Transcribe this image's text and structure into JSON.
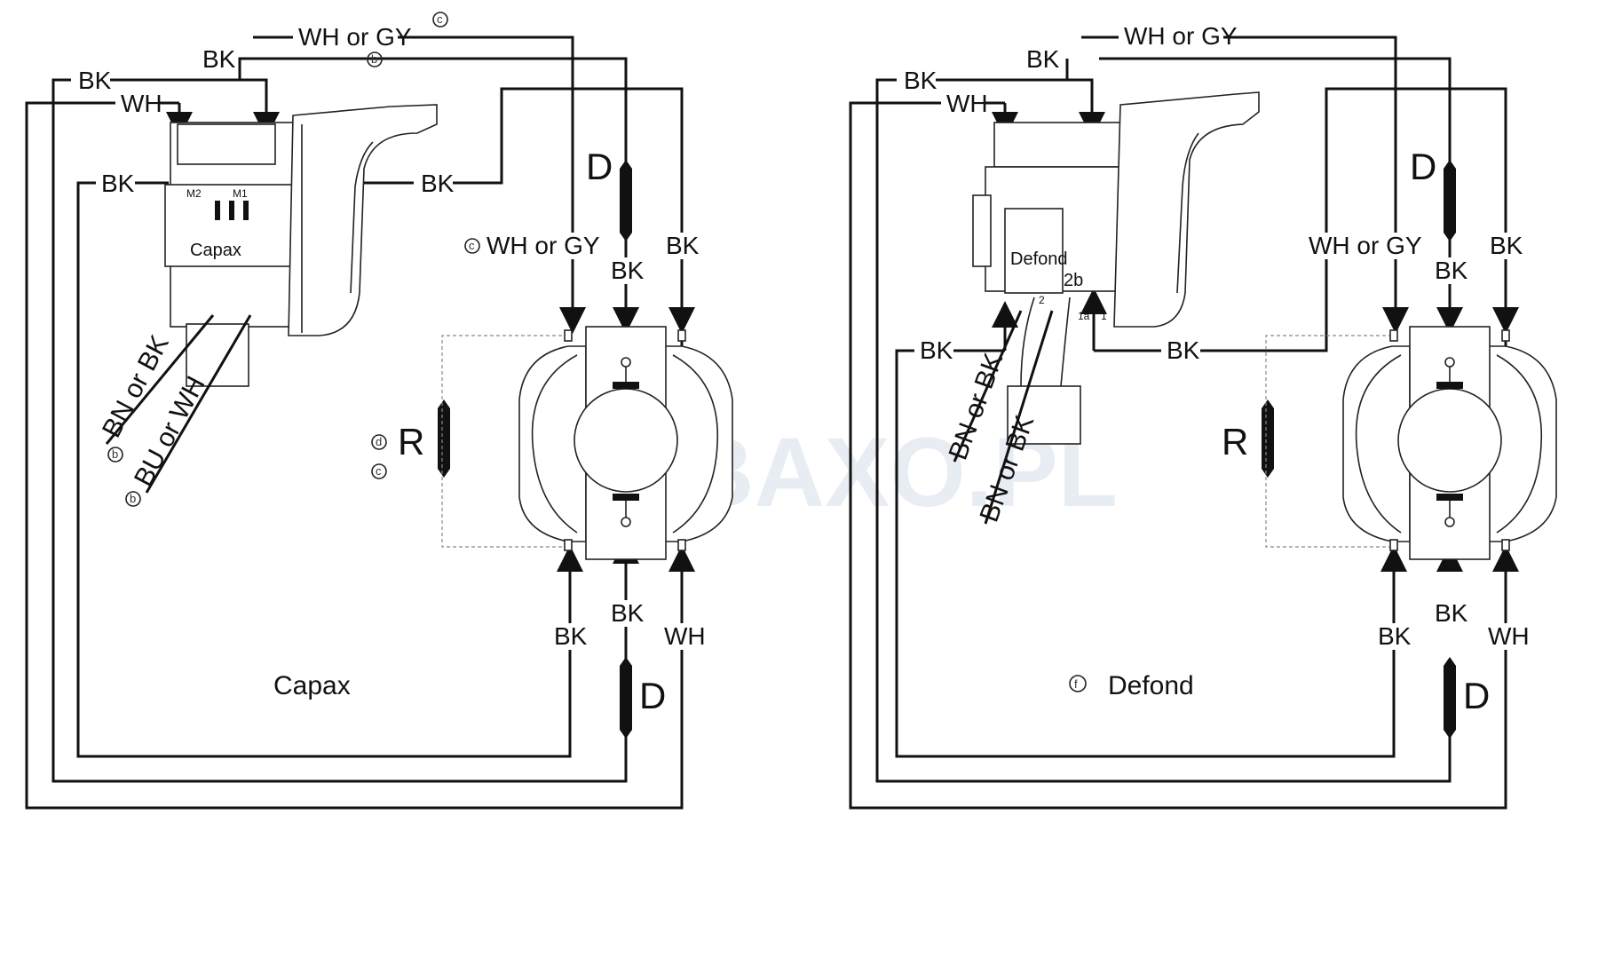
{
  "watermark": "BAXO.PL",
  "left": {
    "title": "Capax",
    "switch_label": "Capax",
    "labels": {
      "bk_top": "BK",
      "bk_left": "BK",
      "wh_left": "WH",
      "bk_mid": "BK",
      "bk_right": "BK",
      "wh_gy_top": "WH or GY",
      "wh_gy_mid": "WH or GY",
      "bk_motor_right": "BK",
      "bk_under_d": "BK",
      "bk_bottom_d": "BK",
      "bk_bottom_left": "BK",
      "wh_bottom_right": "WH",
      "d_top": "D",
      "d_bottom": "D",
      "r": "R",
      "bn_bk": "BN or BK",
      "bu_wh": "BU or WH",
      "m1": "M1",
      "m2": "M2"
    },
    "circles": {
      "c1": "c",
      "b1": "b",
      "c2": "c",
      "d1": "d",
      "c3": "c",
      "b2": "b",
      "b3": "b"
    }
  },
  "right": {
    "title": "Defond",
    "switch_label": "Defond",
    "labels": {
      "bk_top": "BK",
      "bk_left": "BK",
      "wh_left": "WH",
      "bk_mid": "BK",
      "bk_right": "BK",
      "wh_gy_top": "WH or GY",
      "wh_gy_mid": "WH or GY",
      "bk_motor_right": "BK",
      "bk_under_d": "BK",
      "bk_bottom_d": "BK",
      "bk_bottom_left": "BK",
      "wh_bottom_right": "WH",
      "d_top": "D",
      "d_bottom": "D",
      "r": "R",
      "bn_bk_1": "BN or BK",
      "bn_bk_2": "BN or BK",
      "t2": "2",
      "t2b": "2b",
      "t1a": "1a",
      "t1": "1"
    },
    "circles": {
      "f1": "f"
    }
  },
  "colors": {
    "ink": "#111111",
    "watermark": "#dfe6ee"
  }
}
